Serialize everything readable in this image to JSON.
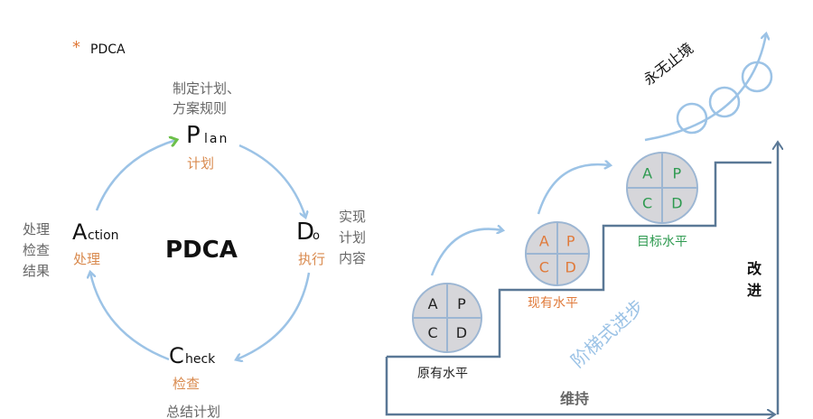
{
  "header": {
    "bullet": "*",
    "title": "PDCA"
  },
  "cycle": {
    "center": "PDCA",
    "plan": {
      "big": "P",
      "small": "lan",
      "cn": "计划",
      "desc": [
        "制定计划、",
        "方案规则"
      ]
    },
    "do": {
      "big": "D",
      "small": "o",
      "cn": "执行",
      "desc": [
        "实现",
        "计划",
        "内容"
      ]
    },
    "check": {
      "big": "C",
      "small": "heck",
      "cn": "检查",
      "desc": [
        "总结计划"
      ]
    },
    "action": {
      "big": "A",
      "small": "ction",
      "cn": "处理",
      "desc": [
        "处理",
        "检查",
        "结果"
      ]
    }
  },
  "stairs": {
    "levels": [
      {
        "label": "原有水平",
        "quadrants": [
          "A",
          "P",
          "C",
          "D"
        ],
        "color": "#222222"
      },
      {
        "label": "现有水平",
        "quadrants": [
          "A",
          "P",
          "C",
          "D"
        ],
        "color": "#e07a3a"
      },
      {
        "label": "目标水平",
        "quadrants": [
          "A",
          "P",
          "C",
          "D"
        ],
        "color": "#2e9a50"
      }
    ],
    "progress_label": "阶梯式进步",
    "endless_label": "永无止境",
    "improve_label": [
      "改",
      "进"
    ],
    "maintain_label": "维持"
  },
  "colors": {
    "arrow": "#9cc3e6",
    "orange": "#d98a4e",
    "gray": "#666666",
    "axis": "#5a7896",
    "circle_fill": "#d6d6da"
  }
}
